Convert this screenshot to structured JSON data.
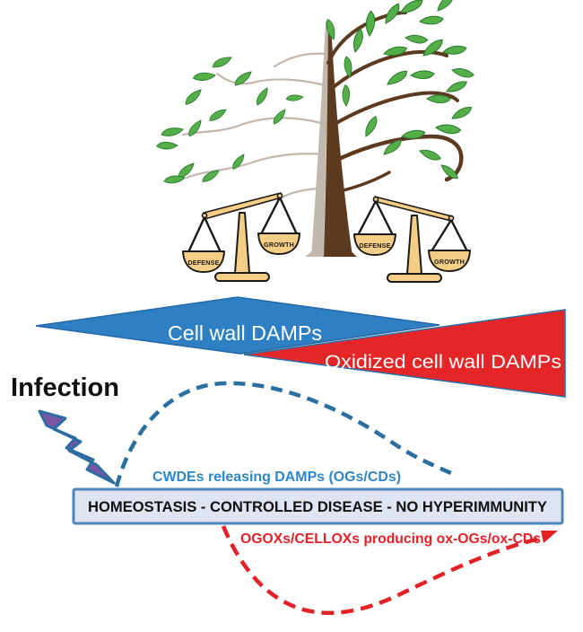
{
  "figure": {
    "infection_label": "Infection",
    "blue_bar_label": "Cell wall DAMPs",
    "red_bar_label": "Oxidized cell wall DAMPs",
    "blue_curve_label": "CWDEs releasing DAMPs (OGs/CDs)",
    "homeostasis_label": "HOMEOSTASIS - CONTROLLED DISEASE - NO HYPERIMMUNITY",
    "red_curve_label": "OGOXs/CELLOXs producing ox-OGs/ox-CDs"
  },
  "scales": {
    "defense_label": "DEFENSE",
    "growth_label": "GROWTH"
  },
  "icons": {
    "infection": "lightning-bolt-icon",
    "left_balance": "balance-scale-icon",
    "right_balance": "balance-scale-icon",
    "tree": "tree-icon"
  },
  "colors": {
    "blue_shape": "#2E80C3",
    "red_shape": "#E52628",
    "steel_blue": "#2B6FA0",
    "blue_text": "#2E86C8",
    "red_accent": "#E32227",
    "white": "#FFFFFF",
    "black": "#111111",
    "box_fill": "#DFE5F0",
    "box_border": "#4D86BC",
    "bolt_fill": "#7C55A4",
    "bolt_stroke": "#2E6DA4",
    "scale_fill": "#F5CE85",
    "scale_outline": "#1A1A1A",
    "trunk_brown": "#5C3A1F",
    "branch_pale": "#C2B8AE",
    "leaf_fill": "#54AF49",
    "leaf_stroke": "#2E7D32"
  }
}
